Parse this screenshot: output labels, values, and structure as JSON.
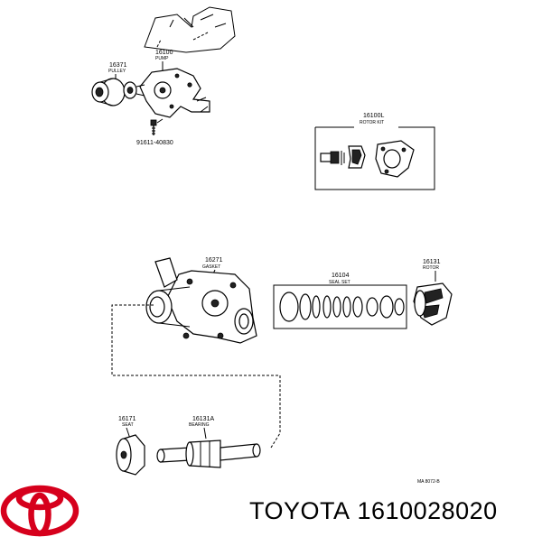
{
  "parts": {
    "p16371": {
      "number": "16371",
      "name": "PULLEY"
    },
    "p16100": {
      "number": "16100",
      "name": "PUMP"
    },
    "bolt": {
      "number": "91611-40830"
    },
    "p16100L": {
      "number": "16100L",
      "name": "ROTOR KIT"
    },
    "p16271": {
      "number": "16271",
      "name": "GASKET"
    },
    "p16104": {
      "number": "16104",
      "name": "SEAL SET"
    },
    "p16131": {
      "number": "16131",
      "name": "ROTOR"
    },
    "p16171": {
      "number": "16171",
      "name": "SEAT"
    },
    "p16131A": {
      "number": "16131A",
      "name": "BEARING"
    }
  },
  "diagram_code": "MA 8072-B",
  "brand": {
    "name": "TOYOTA",
    "part_number": "1610028020",
    "logo_color": "#d6001c"
  }
}
